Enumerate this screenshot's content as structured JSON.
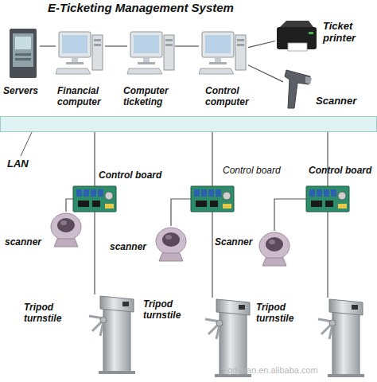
{
  "diagram": {
    "title": "E-Ticketing Management System",
    "nodes": [
      {
        "text": [
          "Servers"
        ]
      },
      {
        "text": [
          "Financial computer"
        ]
      },
      {
        "text": [
          "Computer ticketing"
        ]
      },
      {
        "text": [
          "Control computer"
        ]
      },
      {
        "text": [
          "Ticket printer"
        ]
      },
      {
        "text": [
          "Scanner"
        ]
      },
      {
        "text": [
          "LAN"
        ]
      },
      {
        "text": [
          "Control board"
        ]
      },
      {
        "text": [
          "Control board"
        ]
      },
      {
        "text": [
          "Control board"
        ]
      },
      {
        "text": [
          "scanner"
        ]
      },
      {
        "text": [
          "scanner"
        ]
      },
      {
        "text": [
          "Scanner"
        ]
      },
      {
        "text": [
          "Tripod turnstile"
        ]
      },
      {
        "text": [
          "Tripod turnstile"
        ]
      },
      {
        "text": [
          "Tripod turnstile"
        ]
      }
    ],
    "edges": [
      {
        "from": 0,
        "to": 1,
        "arrow": "none"
      },
      {
        "from": 1,
        "to": 2,
        "arrow": "none"
      },
      {
        "from": 2,
        "to": 3,
        "arrow": "none"
      },
      {
        "from": 3,
        "to": 4,
        "arrow": "none"
      },
      {
        "from": 3,
        "to": 5,
        "arrow": "none"
      },
      {
        "from": 6,
        "to": 7,
        "arrow": "none"
      },
      {
        "from": 6,
        "to": 8,
        "arrow": "none"
      },
      {
        "from": 6,
        "to": 9,
        "arrow": "none"
      },
      {
        "from": 7,
        "to": 10,
        "arrow": "none"
      },
      {
        "from": 8,
        "to": 11,
        "arrow": "none"
      },
      {
        "from": 9,
        "to": 12,
        "arrow": "none"
      },
      {
        "from": 7,
        "to": 13,
        "arrow": "none"
      },
      {
        "from": 8,
        "to": 14,
        "arrow": "none"
      },
      {
        "from": 9,
        "to": 15,
        "arrow": "none"
      }
    ],
    "labels": [
      "gdyuan.en.alibaba.com"
    ]
  }
}
